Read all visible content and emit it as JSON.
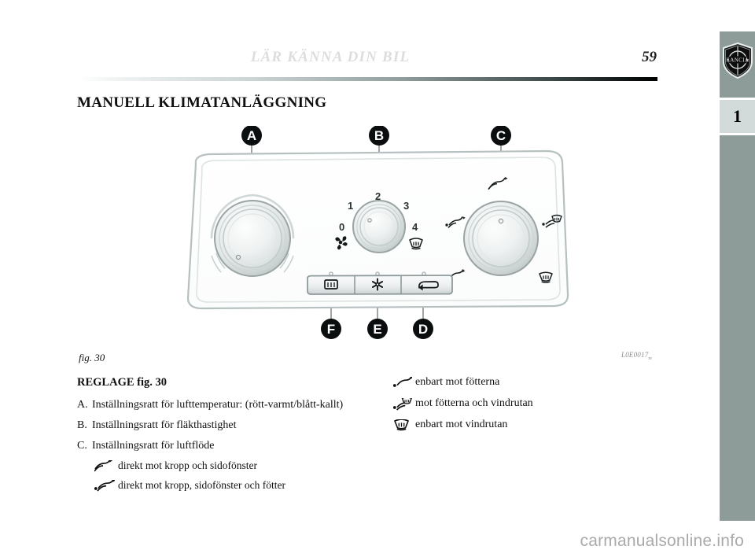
{
  "header": {
    "running_title": "LÄR KÄNNA DIN BIL",
    "page_number": "59"
  },
  "sidebar": {
    "chapter_tab": "1",
    "logo_text": "LANCIA",
    "bar_color": "#8d9c98",
    "tab_color": "#d2dbd9"
  },
  "section": {
    "title": "MANUELL KLIMATANLÄGGNING"
  },
  "figure": {
    "caption": "fig. 30",
    "code": "L0E0017",
    "code_sub": "m",
    "callouts": [
      "A",
      "B",
      "C",
      "D",
      "E",
      "F"
    ],
    "fan_scale": [
      "0",
      "1",
      "2",
      "3",
      "4"
    ],
    "knobs": [
      {
        "id": "A",
        "name": "temperature-knob"
      },
      {
        "id": "B",
        "name": "fan-speed-knob"
      },
      {
        "id": "C",
        "name": "air-distribution-knob"
      }
    ],
    "buttons": [
      {
        "id": "F",
        "name": "rear-defrost-button"
      },
      {
        "id": "E",
        "name": "ac-button"
      },
      {
        "id": "D",
        "name": "recirculation-button"
      }
    ]
  },
  "controls": {
    "title": "REGLAGE fig. 30",
    "items": [
      {
        "key": "A.",
        "text": "Inställningsratt för lufttemperatur: (rött-varmt/blått-kallt)"
      },
      {
        "key": "B.",
        "text": "Inställningsratt för fläkthastighet"
      },
      {
        "key": "C.",
        "text": "Inställningsratt för luftflöde"
      }
    ],
    "subitems": [
      {
        "icon": "vent-body-side-windows-icon",
        "text": "direkt mot kropp och sidofönster"
      },
      {
        "icon": "vent-body-side-windows-feet-icon",
        "text": "direkt mot kropp, sidofönster och fötter"
      }
    ]
  },
  "airflow_right": {
    "items": [
      {
        "icon": "vent-feet-only-icon",
        "text": "enbart mot fötterna"
      },
      {
        "icon": "vent-feet-windscreen-icon",
        "text": "mot fötterna och vindrutan"
      },
      {
        "icon": "vent-windscreen-only-icon",
        "text": "enbart mot vindrutan"
      }
    ]
  },
  "watermark": {
    "text": "carmanualsonline.info"
  }
}
